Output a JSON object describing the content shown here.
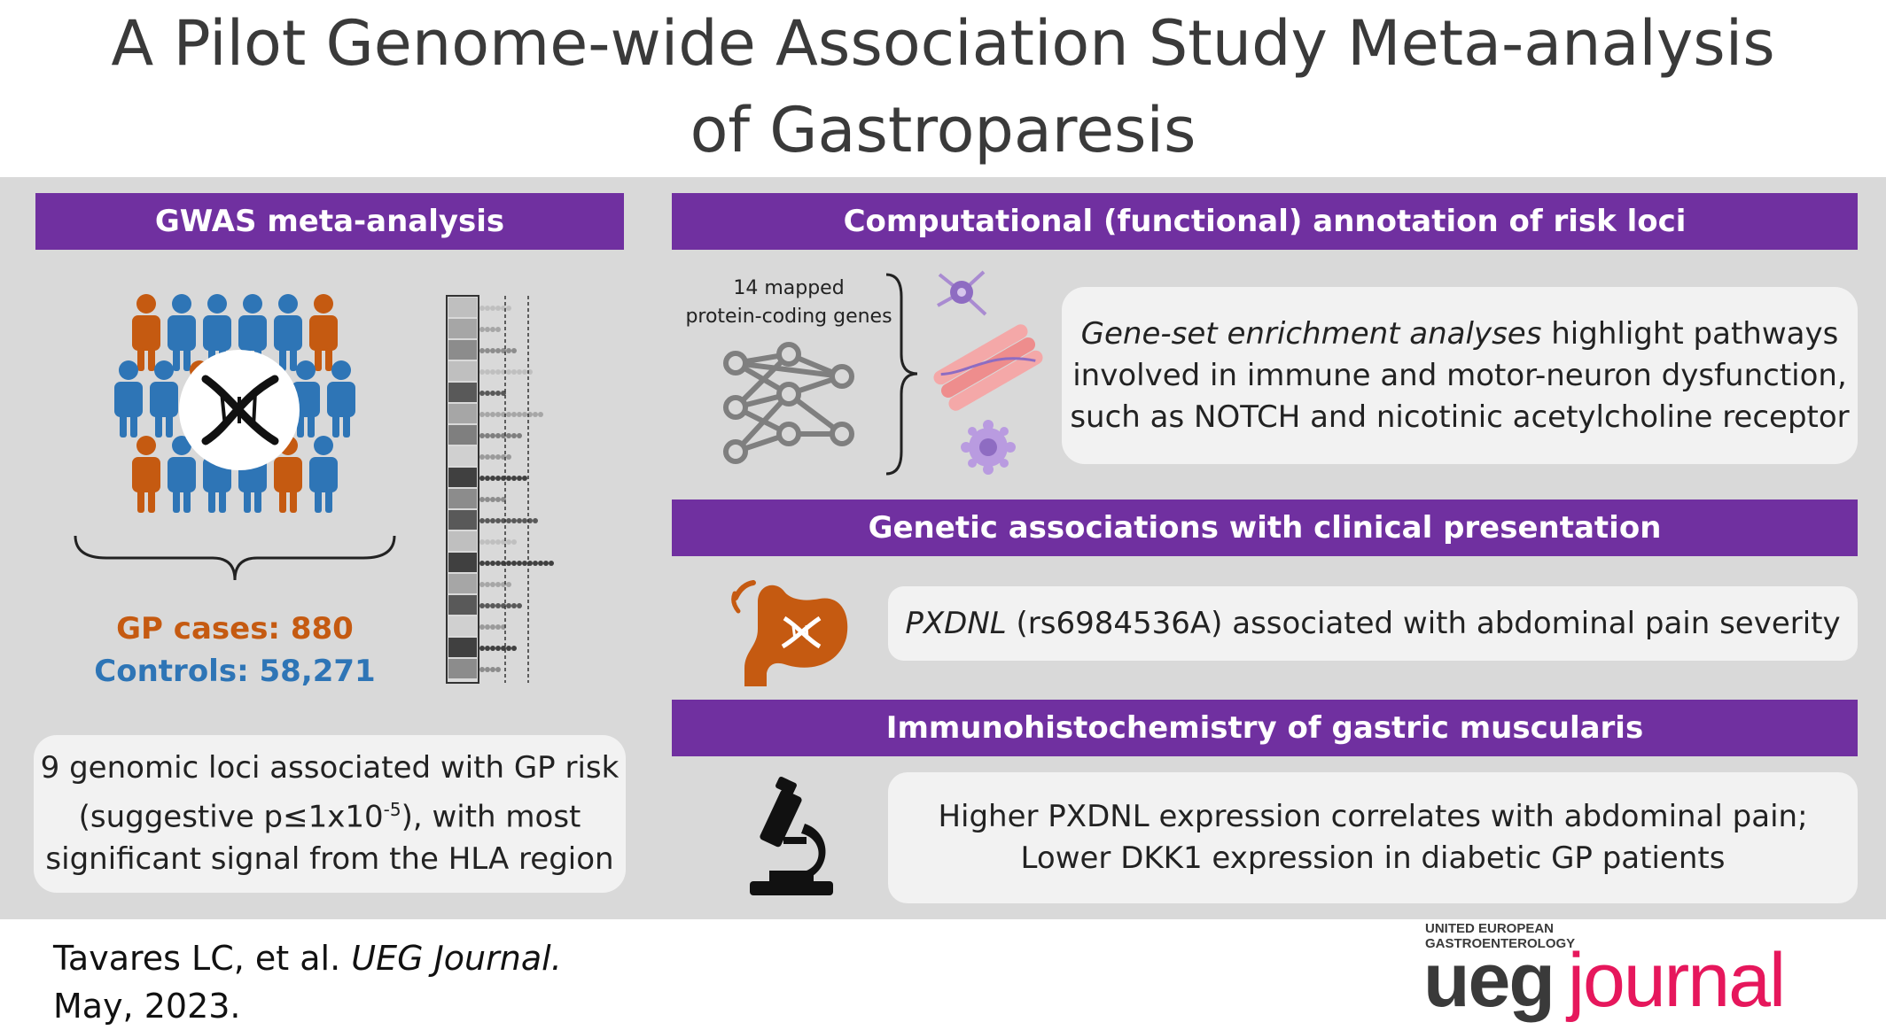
{
  "title": {
    "line1": "A Pilot Genome-wide Association Study Meta-analysis",
    "line2": "of Gastroparesis"
  },
  "gwas": {
    "header": "GWAS meta-analysis",
    "cases_label": "GP cases: 880",
    "controls_label": "Controls: 58,271",
    "summary_line1": "9 genomic loci associated with GP risk",
    "summary_line2_pre": "(suggestive p≤1x10",
    "summary_line2_sup": "-5",
    "summary_line2_post": "), with most",
    "summary_line3": "significant signal from the HLA region"
  },
  "annotation": {
    "header": "Computational (functional) annotation of risk loci",
    "genes_line1": "14 mapped",
    "genes_line2": "protein-coding genes",
    "text_italic": "Gene-set enrichment analyses",
    "text_line1_rest": " highlight pathways",
    "text_line2": "involved in immune and motor-neuron dysfunction,",
    "text_line3": "such as NOTCH and nicotinic acetylcholine receptor"
  },
  "clinical": {
    "header": "Genetic associations with clinical presentation",
    "gene_italic": "PXDNL",
    "text_rest": " (rs6984536A) associated with abdominal pain severity"
  },
  "ihc": {
    "header": "Immunohistochemistry of gastric muscularis",
    "line1": "Higher PXDNL expression correlates with abdominal pain;",
    "line2": "Lower DKK1 expression in diabetic GP patients"
  },
  "citation": {
    "authors": "Tavares LC, et al. ",
    "journal": "UEG Journal.",
    "date": "May, 2023."
  },
  "logo": {
    "line1": "UNITED EUROPEAN",
    "line2": "GASTROENTEROLOGY",
    "word1": "ueg",
    "word2": "journal"
  },
  "colors": {
    "purple": "#7030a0",
    "orange": "#c55a11",
    "blue": "#2e75b6",
    "pink": "#e6175c"
  }
}
